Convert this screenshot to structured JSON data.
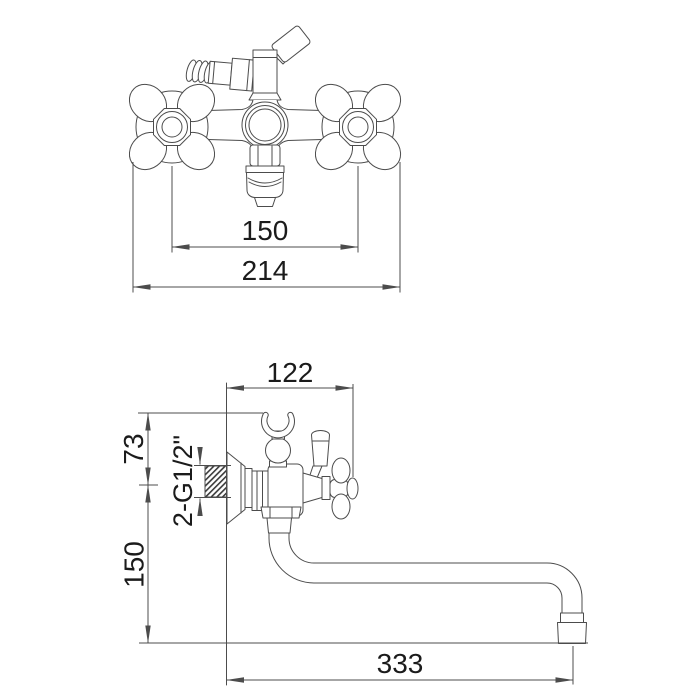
{
  "front_view": {
    "dim_handle_spacing": "150",
    "dim_overall_width": "214"
  },
  "side_view": {
    "dim_wall_to_handle_front": "122",
    "dim_holder_above_center": "73",
    "dim_center_to_spout_outlet": "150",
    "dim_spout_reach": "333",
    "thread_spec": "2-G1/2\""
  },
  "colors": {
    "line": "#4c4c4c",
    "text": "#1b1b1b",
    "background": "#ffffff"
  }
}
